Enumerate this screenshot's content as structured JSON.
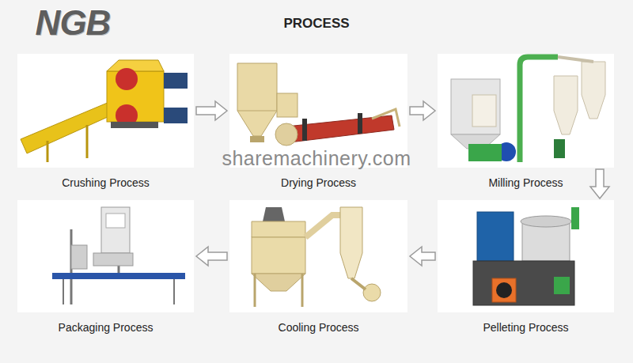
{
  "diagram": {
    "title": "PROCESS",
    "nodes": [
      {
        "text": [
          "Crushing Process"
        ]
      },
      {
        "text": [
          "Drying Process"
        ]
      },
      {
        "text": [
          "Milling Process"
        ]
      },
      {
        "text": [
          "Packaging Process"
        ]
      },
      {
        "text": [
          "Cooling Process"
        ]
      },
      {
        "text": [
          "Pelleting Process"
        ]
      }
    ],
    "edges": [
      {
        "from": 0,
        "to": 1,
        "arrow": "to"
      },
      {
        "from": 1,
        "to": 2,
        "arrow": "to"
      },
      {
        "from": 2,
        "to": 5,
        "arrow": "to"
      },
      {
        "from": 5,
        "to": 4,
        "arrow": "to"
      },
      {
        "from": 4,
        "to": 3,
        "arrow": "to"
      }
    ],
    "labels": [
      "NGB",
      "sharemachinery.com"
    ]
  }
}
